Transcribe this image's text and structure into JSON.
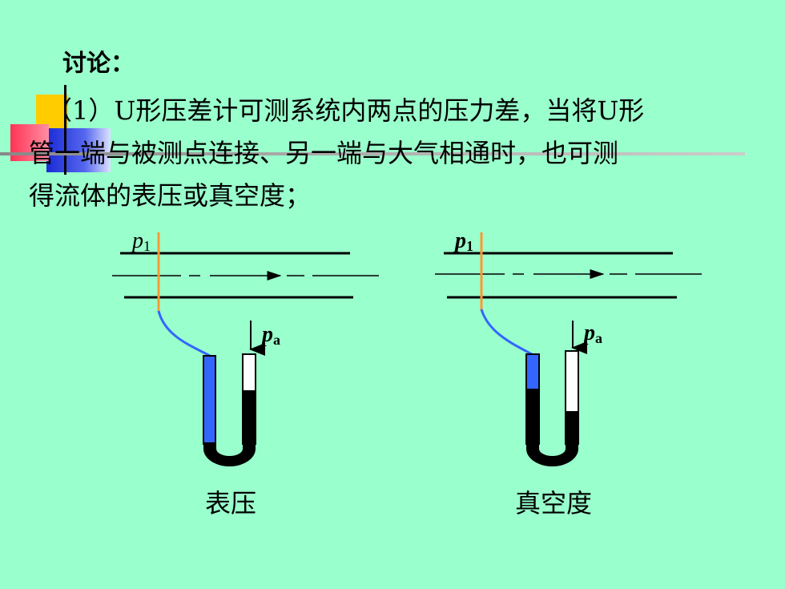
{
  "heading": "讨论：",
  "paragraph": {
    "line1": "（1）U形压差计可测系统内两点的压力差，当将U形",
    "line2": "管一端与被测点连接、另一端与大气相通时，也可测",
    "line3": "得流体的表压或真空度；"
  },
  "diagrams": [
    {
      "p1": "p",
      "p1_sub": "1",
      "pa": "p",
      "pa_sub": "a",
      "caption": "表压"
    },
    {
      "p1": "p",
      "p1_sub": "1",
      "pa": "p",
      "pa_sub": "a",
      "caption": "真空度"
    }
  ],
  "colors": {
    "background": "#99FFCC",
    "fluid_blue": "#3366FF",
    "tube_orange": "#FF9933",
    "deco_yellow": "#FFCC00",
    "deco_pink": "#FF5A78",
    "deco_navy": "#1A2BD6"
  }
}
